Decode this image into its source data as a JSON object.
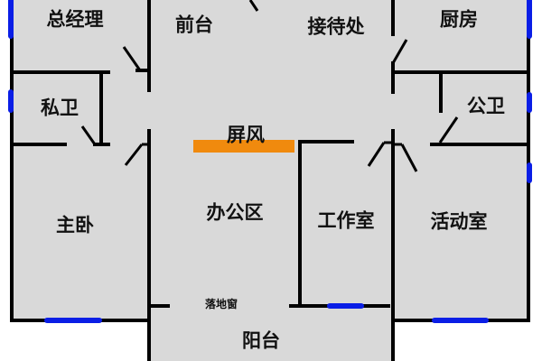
{
  "floorplan": {
    "colors": {
      "floor": "#d9d9d9",
      "wall": "#000000",
      "window": "#0a1ee6",
      "screen": "#f08a0e",
      "background": "#ffffff"
    },
    "rooms": {
      "general_manager": "总经理",
      "private_toilet": "私卫",
      "master_bedroom": "主卧",
      "front_desk": "前台",
      "reception": "接待处",
      "screen": "屏风",
      "office_area": "办公区",
      "studio": "工作室",
      "kitchen": "厨房",
      "public_toilet": "公卫",
      "activity_room": "活动室",
      "balcony": "阳台"
    },
    "annotations": {
      "floor_window": "落地窗"
    }
  }
}
